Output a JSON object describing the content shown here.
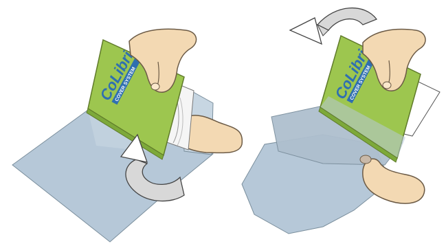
{
  "steps": [
    {
      "book": {
        "brand": "CoLibri",
        "tagline": "COVER SYSTEM",
        "cover_color": "#9dc64f",
        "spine_color": "#7da93a"
      },
      "sleeve_color": "#b6c8d8",
      "arrow": {
        "icon": "curved-arrow-up-icon",
        "color": "#d8d8d8"
      }
    },
    {
      "book": {
        "brand": "CoLibri",
        "tagline": "COVER SYSTEM",
        "cover_color": "#9dc64f",
        "spine_color": "#7da93a"
      },
      "sleeve_color": "#b6c8d8",
      "arrow": {
        "icon": "curved-arrow-over-icon",
        "color": "#d8d8d8"
      }
    }
  ],
  "colors": {
    "skin": "#f3d9b3",
    "skin_outline": "#6b5a45",
    "outline": "#4a4a4a"
  }
}
